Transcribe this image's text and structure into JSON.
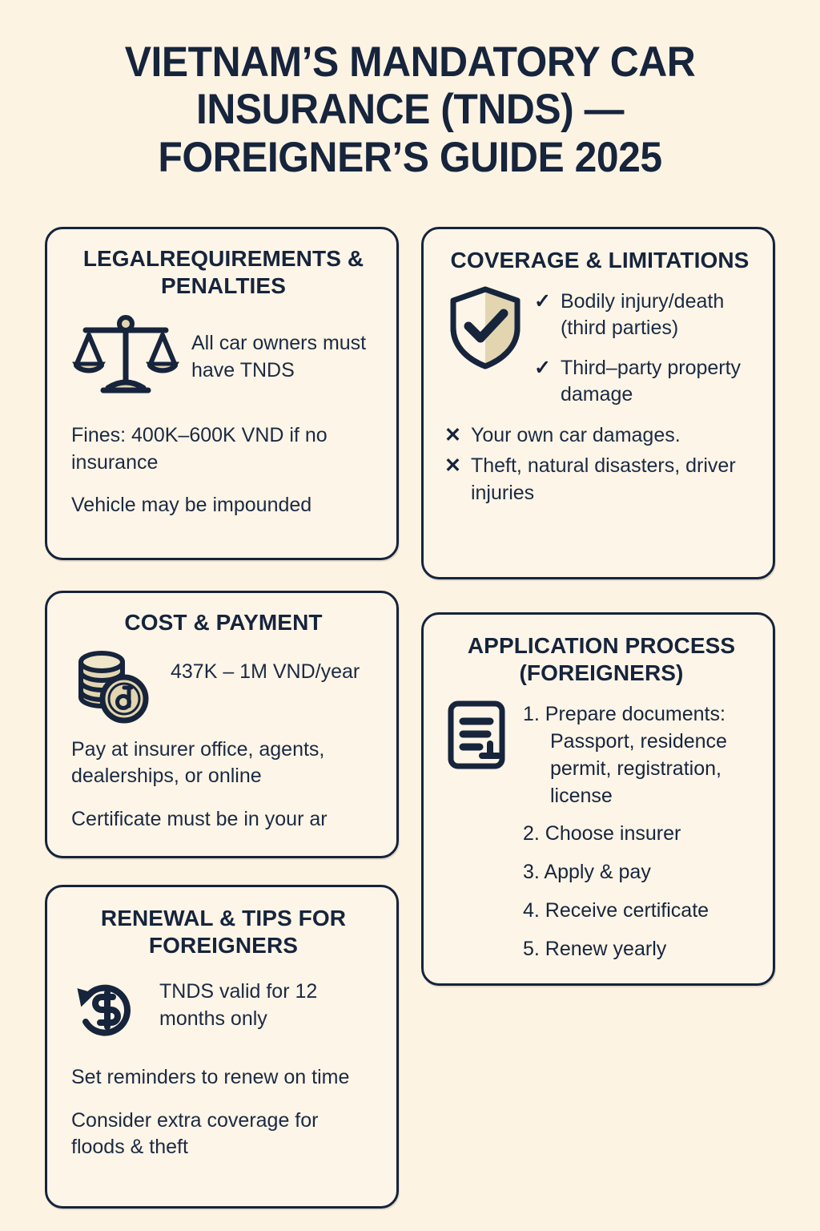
{
  "page": {
    "title": "VIETNAM’S MANDATORY CAR INSURANCE (TNDS) — FOREIGNER’S GUIDE 2025",
    "background_color": "#FDF3E3",
    "ink_color": "#16243C",
    "accent_color": "#E2D4AE"
  },
  "cards": {
    "legal": {
      "title": "LEGALREQUIREMENTS & PENALTIES",
      "icon": "scales-of-justice-icon",
      "icon_text": "All car owners must have TNDS",
      "lines": [
        "Fines: 400K–600K VND if no insurance",
        "Vehicle may be impounded"
      ]
    },
    "coverage": {
      "title": "COVERAGE & LIMITATIONS",
      "icon": "shield-check-icon",
      "included": [
        {
          "mark": "✓",
          "text": "Bodily injury/death (third parties)"
        },
        {
          "mark": "✓",
          "text": "Third–party property damage"
        }
      ],
      "excluded": [
        {
          "mark": "✕",
          "text": "Your own car damages."
        },
        {
          "mark": "✕",
          "text": "Theft, natural disasters, driver injuries"
        }
      ]
    },
    "cost": {
      "title": "COST & PAYMENT",
      "icon": "coin-stack-dong-icon",
      "icon_text": "437K – 1M VND/year",
      "lines": [
        "Pay at insurer office, agents, dealerships, or online",
        "Certificate must be in your ar"
      ]
    },
    "application": {
      "title": "APPLICATION PROCESS (FOREIGNERS)",
      "icon": "document-stamp-icon",
      "steps": [
        "1. Prepare documents: Passport, residence permit, registration, license",
        "2. Choose insurer",
        "3. Apply & pay",
        "4. Receive certificate",
        "5. Renew yearly"
      ]
    },
    "renewal": {
      "title": "RENEWAL & TIPS FOR FOREIGNERS",
      "icon": "refresh-cycle-icon",
      "icon_text": "TNDS valid for 12 months only",
      "lines": [
        "Set reminders to renew on time",
        "Consider extra coverage for floods & theft"
      ]
    }
  }
}
